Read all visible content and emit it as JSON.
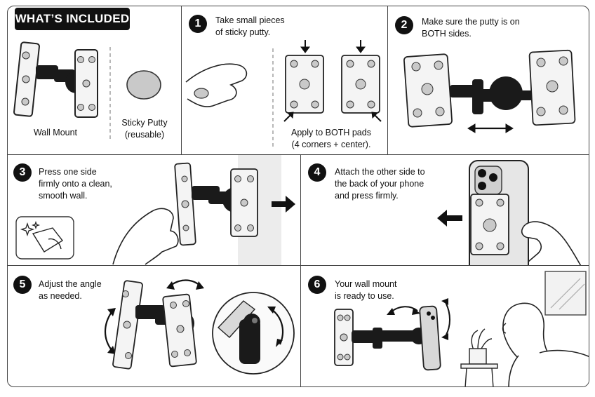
{
  "header": {
    "title": "WHAT’S INCLUDED"
  },
  "included": {
    "wall_mount": "Wall Mount",
    "putty_line1": "Sticky Putty",
    "putty_line2": "(reusable)"
  },
  "steps": [
    {
      "number": "1",
      "line1": "Take small pieces",
      "line2": "of sticky putty.",
      "line3": "",
      "note_line1": "Apply to BOTH pads",
      "note_line2": "(4 corners + center)."
    },
    {
      "number": "2",
      "line1": "Make sure the putty is on",
      "line2": "BOTH sides.",
      "line3": ""
    },
    {
      "number": "3",
      "line1": "Press one side",
      "line2": "firmly onto a clean,",
      "line3": "smooth wall."
    },
    {
      "number": "4",
      "line1": "Attach the other side to",
      "line2": "the back of your phone",
      "line3": "and press firmly."
    },
    {
      "number": "5",
      "line1": "Adjust the angle",
      "line2": "as needed.",
      "line3": ""
    },
    {
      "number": "6",
      "line1": "Your wall mount",
      "line2": "is ready to use.",
      "line3": ""
    }
  ],
  "colors": {
    "ink": "#111111",
    "putty": "#c9c9c9",
    "pad": "#f4f4f4",
    "wall": "#ececec"
  },
  "icons": [
    "right-arrow-icon",
    "left-arrow-icon",
    "double-arrow-icon",
    "rotate-arrow-icon",
    "sparkle-icon",
    "cloth-wipe-icon"
  ]
}
